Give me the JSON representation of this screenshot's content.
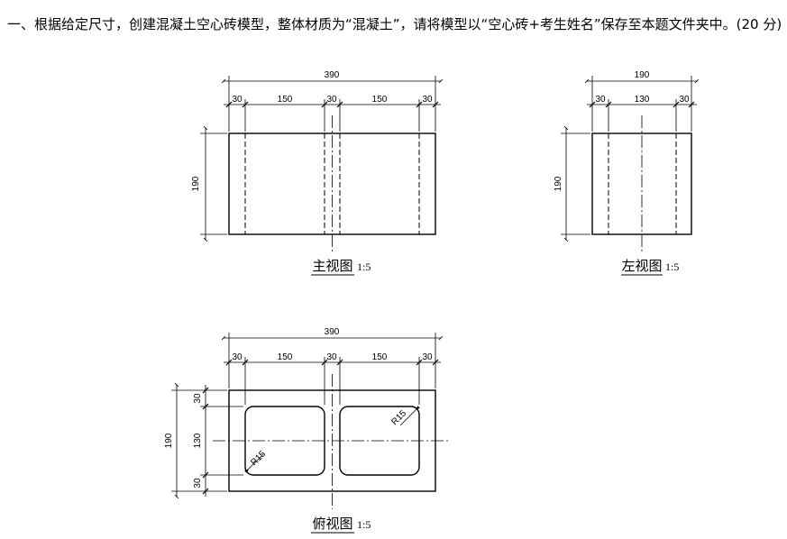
{
  "question": {
    "text": "一、根据给定尺寸，创建混凝土空心砖模型，整体材质为“混凝土”，请将模型以“空心砖+考生姓名”保存至本题文件夹中。(20 分)"
  },
  "front_view": {
    "caption": "主视图",
    "scale": "1:5",
    "dims": {
      "overall_width": "390",
      "seg1": "30",
      "seg2": "150",
      "seg3": "30",
      "seg4": "150",
      "seg5": "30",
      "height": "190"
    }
  },
  "left_view": {
    "caption": "左视图",
    "scale": "1:5",
    "dims": {
      "overall_width": "190",
      "seg1": "30",
      "seg2": "130",
      "seg3": "30",
      "height": "190"
    }
  },
  "top_view": {
    "caption": "俯视图",
    "scale": "1:5",
    "dims": {
      "overall_width": "390",
      "seg1": "30",
      "seg2": "150",
      "seg3": "30",
      "seg4": "150",
      "seg5": "30",
      "overall_depth": "190",
      "d1": "30",
      "d2": "130",
      "d3": "30",
      "radius_left": "R15",
      "radius_right": "R15"
    }
  }
}
